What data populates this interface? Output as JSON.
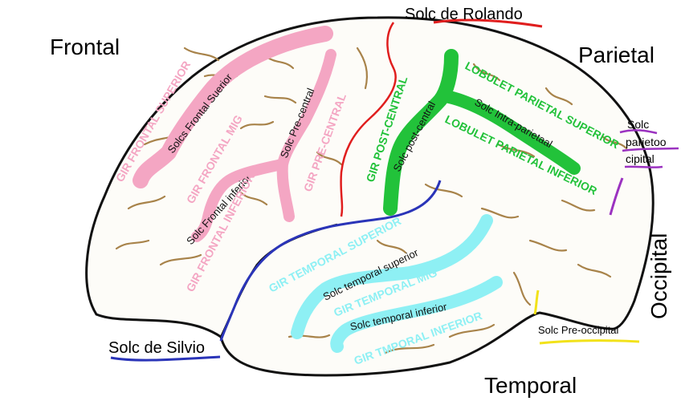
{
  "lobes": {
    "frontal": "Frontal",
    "parietal": "Parietal",
    "occipital": "Occipital",
    "temporal": "Temporal"
  },
  "sulci_major": {
    "rolando": "Solc de Rolando",
    "silvio": "Solc de Silvio",
    "parieto_occipital": [
      "Solc",
      "parietoo",
      "cipital"
    ],
    "pre_occipital": "Solc Pre-occipital"
  },
  "frontal_labels": {
    "gir_frontal_superior": "GIR FRONTAL SUPERIOR",
    "solcs_frontal_superior": "Solcs Frontal Suerior",
    "gir_frontal_mig": "GIR FRONTAL MIG",
    "solc_pre_central": "Solc Pre-central",
    "gir_pre_central": "GIR PRE-CENTRAL",
    "solc_frontal_inferior": "Solc Frontal inferior",
    "gir_frontal_inferior": "GIR FRONTAL INFERIOR"
  },
  "parietal_labels": {
    "gir_post_central": "GIR POST-CENTRAL",
    "solc_post_central": "Solc post-central",
    "lobulet_parietal_superior": "LOBULET PARIETAL SUPERIOR",
    "solc_intra_parietaal": "Solc Intra-parietaal",
    "lobulet_parietal_inferior": "LOBULET PARIETAL INFERIOR"
  },
  "temporal_labels": {
    "gir_temporal_superior": "GIR TEMPORAL SUPERIOR",
    "solc_temporal_superior": "Solc temporal superior",
    "gir_temporal_mig": "GIR TEMPORAL MIG",
    "solc_temporal_inferior": "Solc temporal inferior",
    "gir_temporal_inferior": "GIR TMPORAL INFERIOR"
  },
  "colors": {
    "frontal": "#f4a6c3",
    "parietal": "#22c23a",
    "temporal": "#8ef0f4",
    "rolando": "#e01e1e",
    "silvio": "#2a34b8",
    "parieto_occipital": "#9b32c0",
    "pre_occipital": "#f2e21a",
    "sulcus_lines": "#a8834a"
  }
}
